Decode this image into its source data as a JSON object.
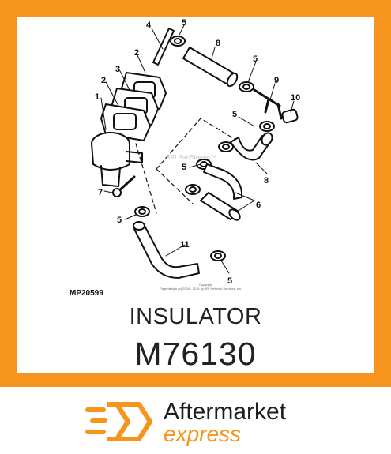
{
  "diagram": {
    "callouts": [
      "1",
      "2",
      "2",
      "3",
      "4",
      "5",
      "5",
      "5",
      "5",
      "5",
      "5",
      "6",
      "7",
      "8",
      "8",
      "9",
      "10",
      "11"
    ],
    "figure_code": "MP20599",
    "watermark": "ARI PartStream™",
    "copyright_line1": "Copyright",
    "copyright_line2": "Page design (c) 2004 - 2016 by ARI Network Services, Inc."
  },
  "part": {
    "name": "INSULATOR",
    "number": "M76130"
  },
  "brand": {
    "name_main": "Aftermarket",
    "name_sub": "express",
    "accent_color": "#f7941d"
  }
}
